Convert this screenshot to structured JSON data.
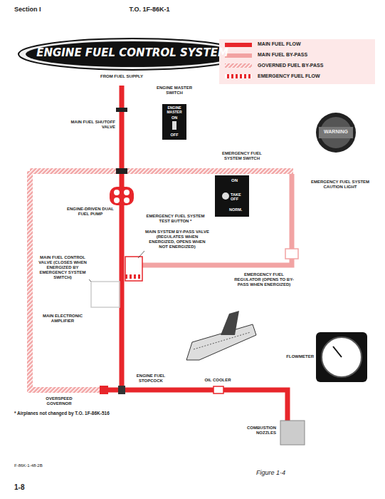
{
  "diagram": {
    "title": "ENGINE FUEL CONTROL SYSTEM",
    "caption": "Figure 1-4",
    "labels": [
      "Section I",
      "T.O. 1F-86K-1",
      "FROM FUEL SUPPLY",
      "ENGINE MASTER SWITCH",
      "ENGINE MASTER",
      "ON",
      "OFF",
      "MAIN FUEL SHUTOFF VALVE",
      "ENGINE-DRIVEN DUAL FUEL PUMP",
      "EMERGENCY FUEL SYSTEM SWITCH",
      "ON",
      "TAKE OFF",
      "NORM.",
      "WARNING",
      "EMERGENCY FUEL SYSTEM CAUTION LIGHT",
      "EMERGENCY FUEL SYSTEM TEST BUTTON *",
      "MAIN SYSTEM BY-PASS VALVE (REGULATES WHEN ENERGIZED, OPENS WHEN NOT ENERGIZED)",
      "EMERGENCY FUEL REGULATOR (OPENS TO BY-PASS WHEN ENERGIZED)",
      "MAIN FUEL CONTROL VALVE (CLOSES WHEN ENERGIZED BY EMERGENCY SYSTEM SWITCH)",
      "MAIN ELECTRONIC AMPLIFIER",
      "FLOWMETER",
      "ENGINE FUEL STOPCOCK",
      "OIL COOLER",
      "OVERSPEED GOVERNOR",
      "COMBUSTION NOZZLES",
      "* Airplanes not changed by T.O. 1F-86K-516",
      "F-86K-1-48-2B",
      "1-8"
    ],
    "legend": [
      {
        "text": "MAIN FUEL FLOW",
        "color": "#e8262b"
      },
      {
        "text": "MAIN FUEL BY-PASS",
        "color": "#f2a3a3"
      },
      {
        "text": "GOVERNED FUEL BY-PASS"
      },
      {
        "text": "EMERGENCY FUEL FLOW"
      }
    ]
  }
}
